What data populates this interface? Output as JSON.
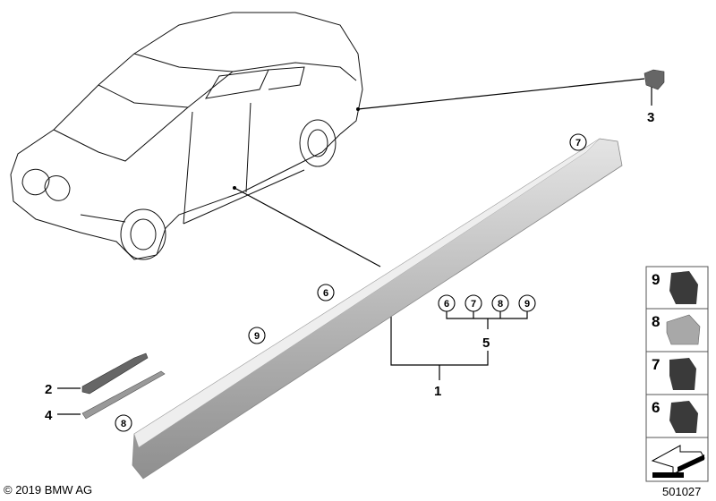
{
  "diagram": {
    "callouts": {
      "p1": "1",
      "p2": "2",
      "p3": "3",
      "p4": "4",
      "p5": "5"
    },
    "circled": {
      "sill_top": "7",
      "sill_mid": "6",
      "sill_left": "9",
      "sill_end": "8",
      "group": [
        "6",
        "7",
        "8",
        "9"
      ]
    },
    "panel": [
      "9",
      "8",
      "7",
      "6"
    ],
    "panel_icon": "arrow-icon",
    "colors": {
      "sill": "#b8b8b8",
      "clip_dark": "#3a3a3a",
      "clip_metal": "#a8a8a8"
    }
  },
  "footer": {
    "copyright": "© 2019 BMW AG",
    "diagram_id": "501027"
  }
}
